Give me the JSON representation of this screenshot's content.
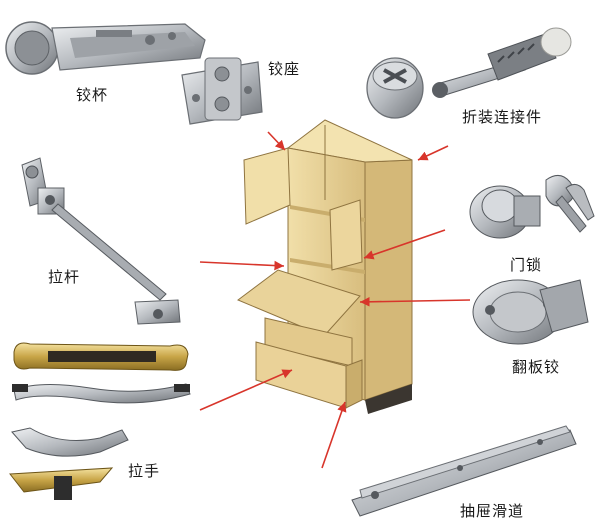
{
  "labels": {
    "hinge_cup": "铰杯",
    "hinge_base": "铰座",
    "knockdown_connector": "折装连接件",
    "door_lock": "门锁",
    "stay_rod": "拉杆",
    "flap_hinge": "翻板铰",
    "handle": "拉手",
    "drawer_slide": "抽屉滑道"
  },
  "colors": {
    "wood": "#e9d39a",
    "wood_dark": "#c9ad6c",
    "metal": "#b9bcc0",
    "metal_dark": "#7e8287",
    "arrow": "#d8352b"
  }
}
